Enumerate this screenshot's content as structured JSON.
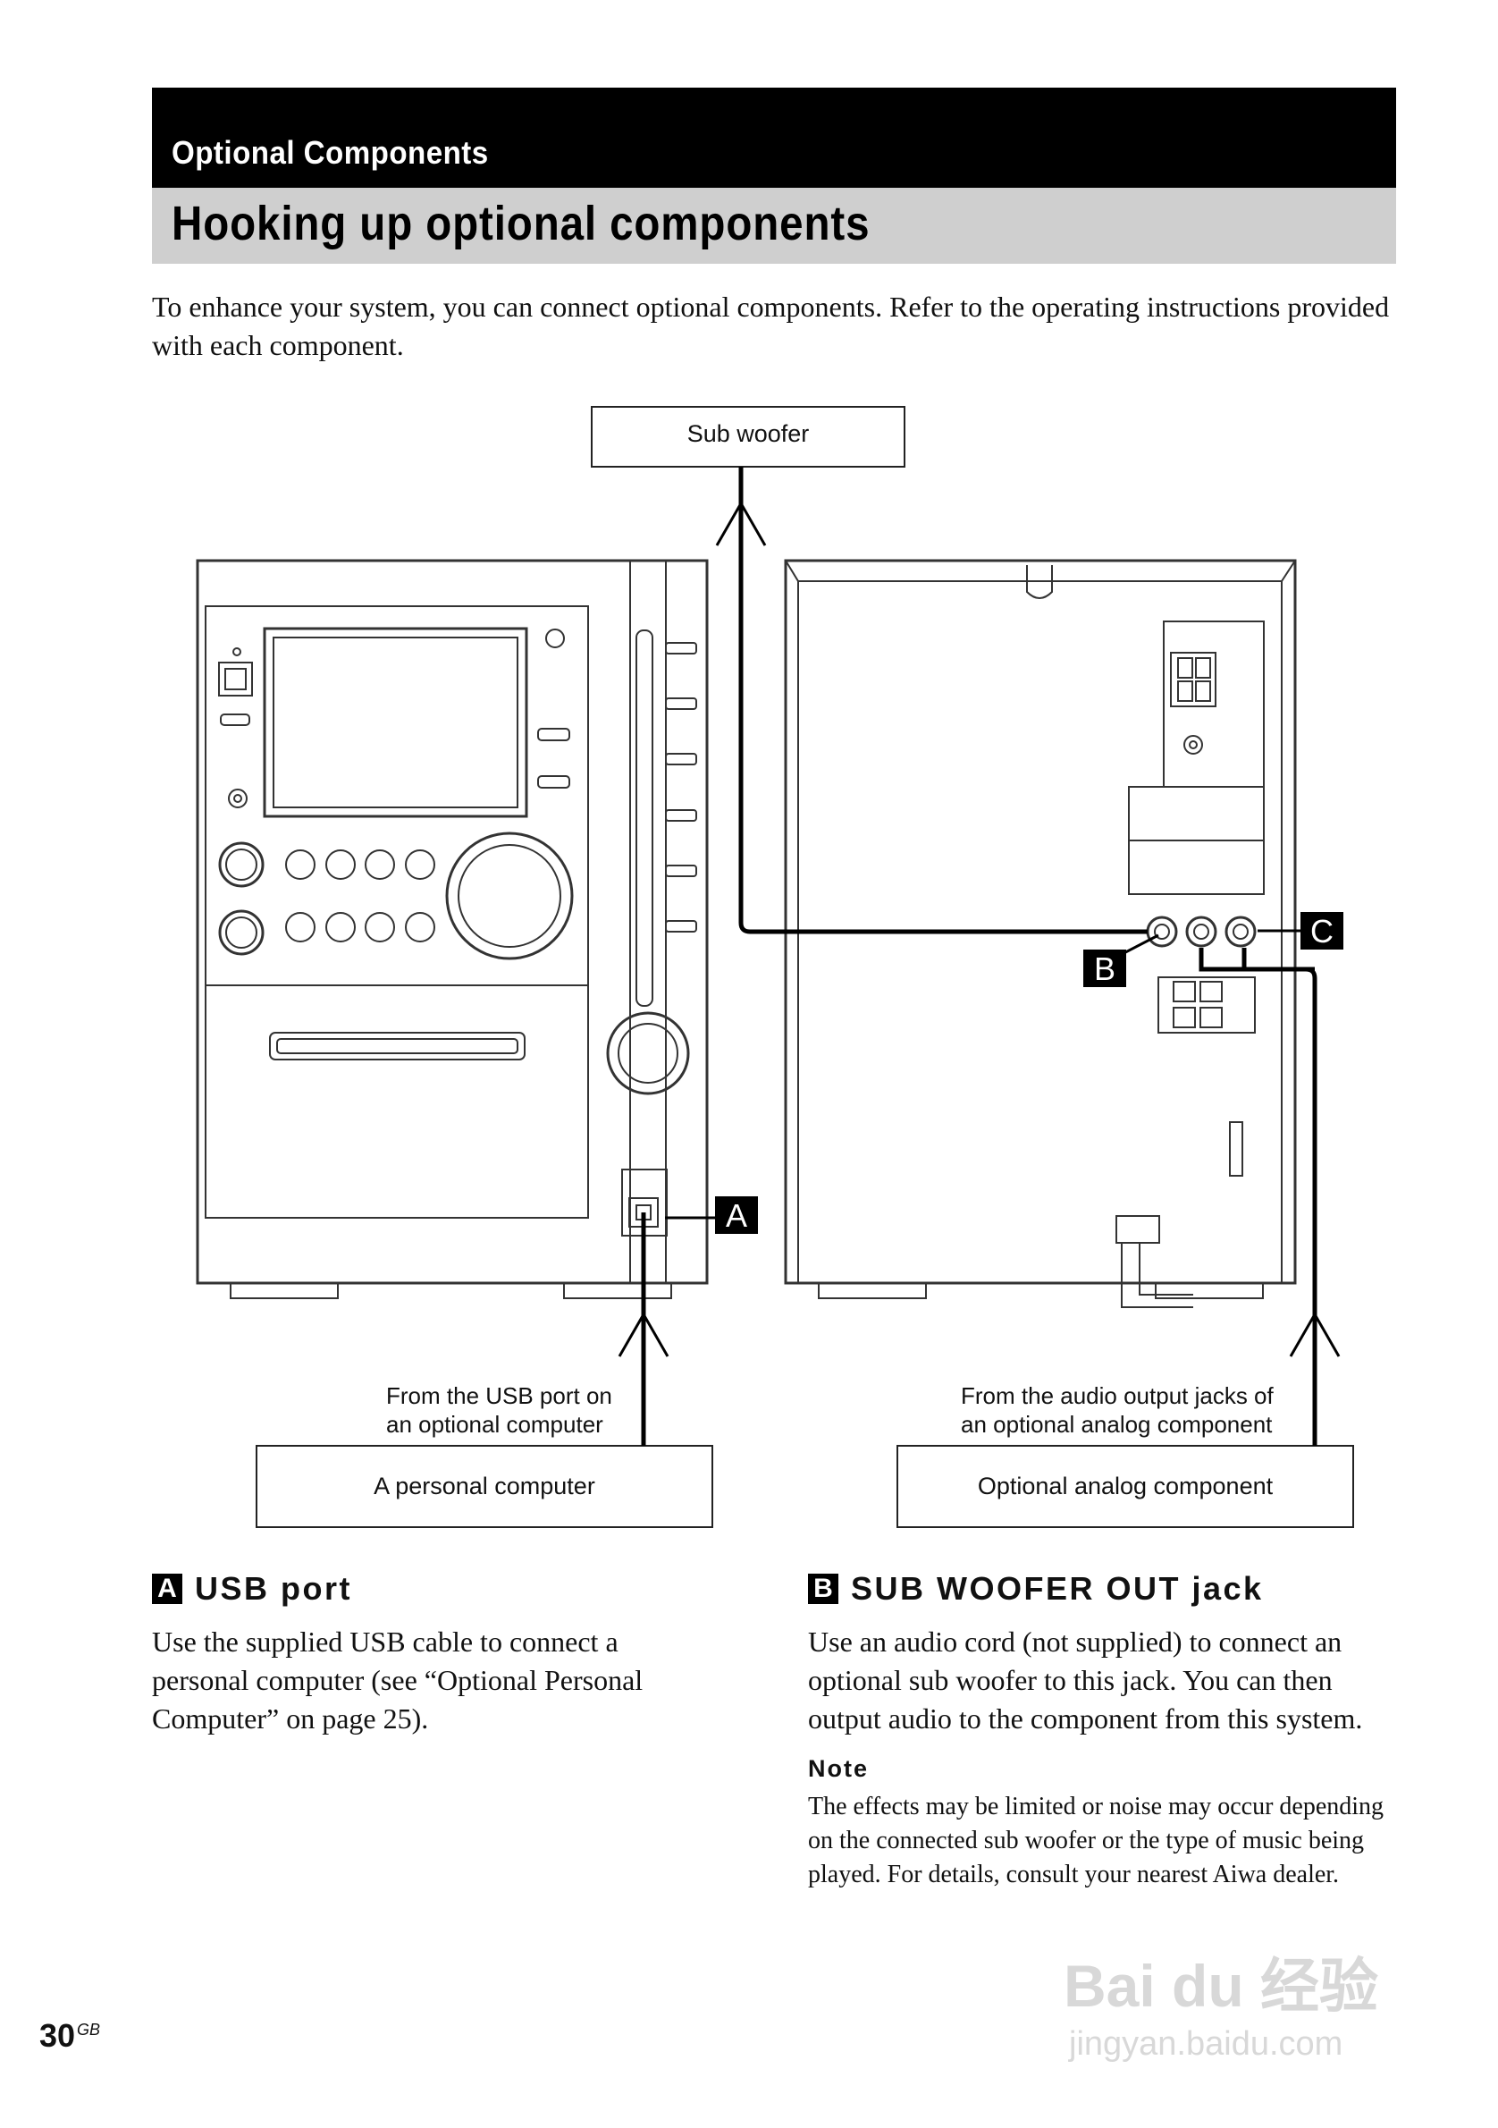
{
  "header": {
    "section": "Optional Components",
    "title": "Hooking up optional components"
  },
  "intro": "To enhance your system, you can connect optional components. Refer to the operating instructions provided with each component.",
  "diagram": {
    "sub_woofer_box": "Sub woofer",
    "computer_box": "A personal computer",
    "analog_box": "Optional analog component",
    "usb_caption_line1": "From the USB port on",
    "usb_caption_line2": "an optional computer",
    "analog_caption_line1": "From the audio output jacks of",
    "analog_caption_line2": "an optional analog component",
    "callout_a": "A",
    "callout_b": "B",
    "callout_c": "C"
  },
  "sections": {
    "a": {
      "letter": "A",
      "heading": "USB port",
      "body": "Use the supplied USB cable to connect a personal computer (see “Optional Personal Computer” on page 25)."
    },
    "b": {
      "letter": "B",
      "heading": "SUB WOOFER OUT jack",
      "body": "Use an audio cord (not supplied) to connect an optional sub woofer to this jack. You can then output audio to the component from this system.",
      "note_title": "Note",
      "note_text": "The effects may be limited or noise may occur depending on the connected sub woofer or the type of music being played. For details, consult your nearest Aiwa dealer."
    }
  },
  "footer": {
    "page_number": "30",
    "page_suffix": "GB"
  },
  "watermark": {
    "brand": "Bai du 经验",
    "url": "jingyan.baidu.com"
  }
}
